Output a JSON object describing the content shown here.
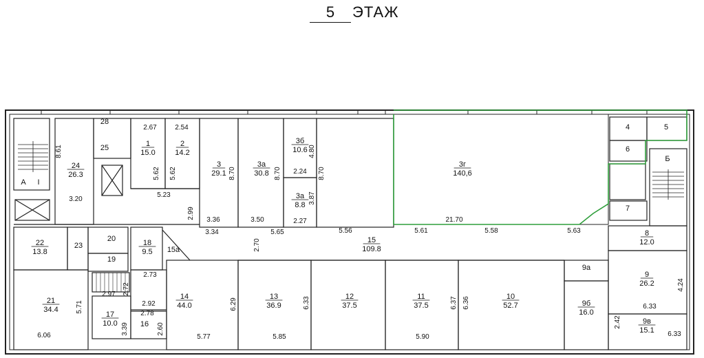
{
  "header": {
    "floor_number": "5",
    "floor_label": "ЭТАЖ"
  },
  "highlight_color": "#2e9e3a",
  "stairs": [
    {
      "id": "A",
      "label": "А",
      "marker": "I"
    },
    {
      "id": "B",
      "label": "Б"
    }
  ],
  "rooms": [
    {
      "id": "r1",
      "num": "1",
      "area": "15.0"
    },
    {
      "id": "r2",
      "num": "2",
      "area": "14.2"
    },
    {
      "id": "r3",
      "num": "3",
      "area": "29.1"
    },
    {
      "id": "r3a",
      "num": "3а",
      "area": "30.8"
    },
    {
      "id": "r3b",
      "num": "3б",
      "area": "10.6"
    },
    {
      "id": "r3a2",
      "num": "3а",
      "area": "8.8"
    },
    {
      "id": "r3g",
      "num": "3г",
      "area": "140,6"
    },
    {
      "id": "r4",
      "num": "4",
      "area": ""
    },
    {
      "id": "r5",
      "num": "5",
      "area": ""
    },
    {
      "id": "r6",
      "num": "6",
      "area": ""
    },
    {
      "id": "r7",
      "num": "7",
      "area": ""
    },
    {
      "id": "r8",
      "num": "8",
      "area": "12.0"
    },
    {
      "id": "r9",
      "num": "9",
      "area": "26.2"
    },
    {
      "id": "r9a",
      "num": "9а",
      "area": ""
    },
    {
      "id": "r9b",
      "num": "9б",
      "area": "16.0"
    },
    {
      "id": "r9v",
      "num": "9в",
      "area": "15.1"
    },
    {
      "id": "r10",
      "num": "10",
      "area": "52.7"
    },
    {
      "id": "r11",
      "num": "11",
      "area": "37.5"
    },
    {
      "id": "r12",
      "num": "12",
      "area": "37.5"
    },
    {
      "id": "r13",
      "num": "13",
      "area": "36.9"
    },
    {
      "id": "r14",
      "num": "14",
      "area": "44.0"
    },
    {
      "id": "r15",
      "num": "15",
      "area": "109.8"
    },
    {
      "id": "r15a",
      "num": "15а",
      "area": ""
    },
    {
      "id": "r16",
      "num": "16",
      "area": ""
    },
    {
      "id": "r17",
      "num": "17",
      "area": "10.0"
    },
    {
      "id": "r18",
      "num": "18",
      "area": "9.5"
    },
    {
      "id": "r19",
      "num": "19",
      "area": ""
    },
    {
      "id": "r20",
      "num": "20",
      "area": ""
    },
    {
      "id": "r21",
      "num": "21",
      "area": "34.4"
    },
    {
      "id": "r22",
      "num": "22",
      "area": "13.8"
    },
    {
      "id": "r23",
      "num": "23",
      "area": ""
    },
    {
      "id": "r24",
      "num": "24",
      "area": "26.3"
    },
    {
      "id": "r25",
      "num": "25",
      "area": ""
    },
    {
      "id": "r28",
      "num": "28",
      "area": ""
    }
  ],
  "dimensions": [
    "8.61",
    "2.67",
    "2.54",
    "5.62",
    "5.62",
    "5.23",
    "3.20",
    "2.99",
    "3.36",
    "3.34",
    "8.70",
    "8.70",
    "3.50",
    "5.65",
    "4.80",
    "2.24",
    "8.70",
    "3.87",
    "2.27",
    "5.56",
    "5.61",
    "21.70",
    "5.58",
    "5.63",
    "2.70",
    "2.73",
    "2.97",
    "5.71",
    "6.06",
    "2.72",
    "2.92",
    "2.78",
    "3.39",
    "2.60",
    "5.77",
    "6.29",
    "5.85",
    "6.33",
    "6.37",
    "6.36",
    "5.90",
    "4.24",
    "6.33",
    "2.42",
    "6.33"
  ]
}
